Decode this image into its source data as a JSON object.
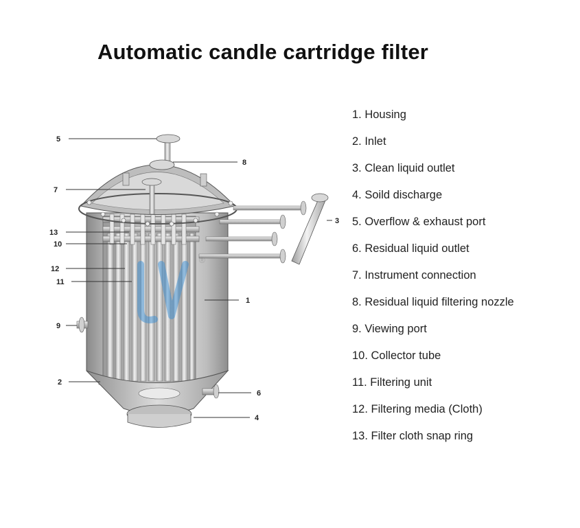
{
  "title": "Automatic candle cartridge filter",
  "legend": [
    "1. Housing",
    "2. Inlet",
    "3. Clean liquid outlet",
    "4. Soild discharge",
    "5. Overflow & exhaust port",
    "6. Residual liquid outlet",
    "7. Instrument connection",
    "8. Residual liquid filtering nozzle",
    "9. Viewing port",
    "10. Collector tube",
    "11. Filtering unit",
    "12. Filtering media (Cloth)",
    "13. Filter cloth snap ring"
  ],
  "callouts": {
    "c1": "1",
    "c2": "2",
    "c3": "3",
    "c4": "4",
    "c5": "5",
    "c6": "6",
    "c7": "7",
    "c8": "8",
    "c9": "9",
    "c10": "10",
    "c11": "11",
    "c12": "12",
    "c13": "13"
  },
  "watermark": "®",
  "colors": {
    "metal": "#c8c8c8",
    "metal_dark": "#8c8c8c",
    "outline": "#555555",
    "watermark": "#3b8fd4"
  }
}
